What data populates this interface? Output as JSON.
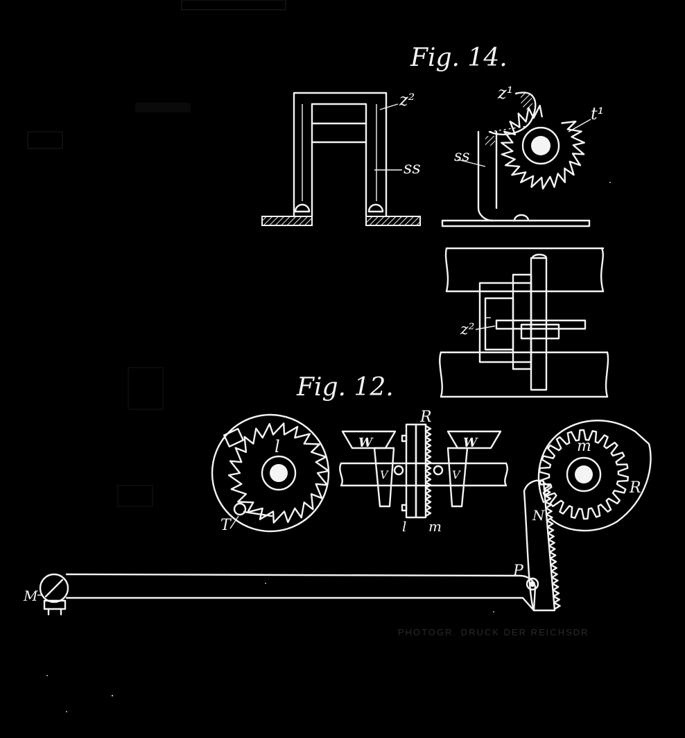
{
  "figures": {
    "fig14": {
      "title": "Fig. 14."
    },
    "fig12": {
      "title": "Fig. 12."
    }
  },
  "labels": {
    "z2_top": "z²",
    "ss_front": "ss",
    "z1": "z¹",
    "t1": "t¹",
    "ss_side": "ss",
    "z2_plan": "z²",
    "l_gear": "l",
    "T": "T",
    "W_left": "W",
    "W_right": "W",
    "V_left": "V",
    "V_right": "V",
    "R_top": "R",
    "l_bottom": "l",
    "m_bottom": "m",
    "m_gear": "m",
    "R_gear": "R",
    "N": "N",
    "P": "P",
    "M": "M"
  },
  "imprint": "PHOTOGR. DRUCK DER REICHSDR"
}
